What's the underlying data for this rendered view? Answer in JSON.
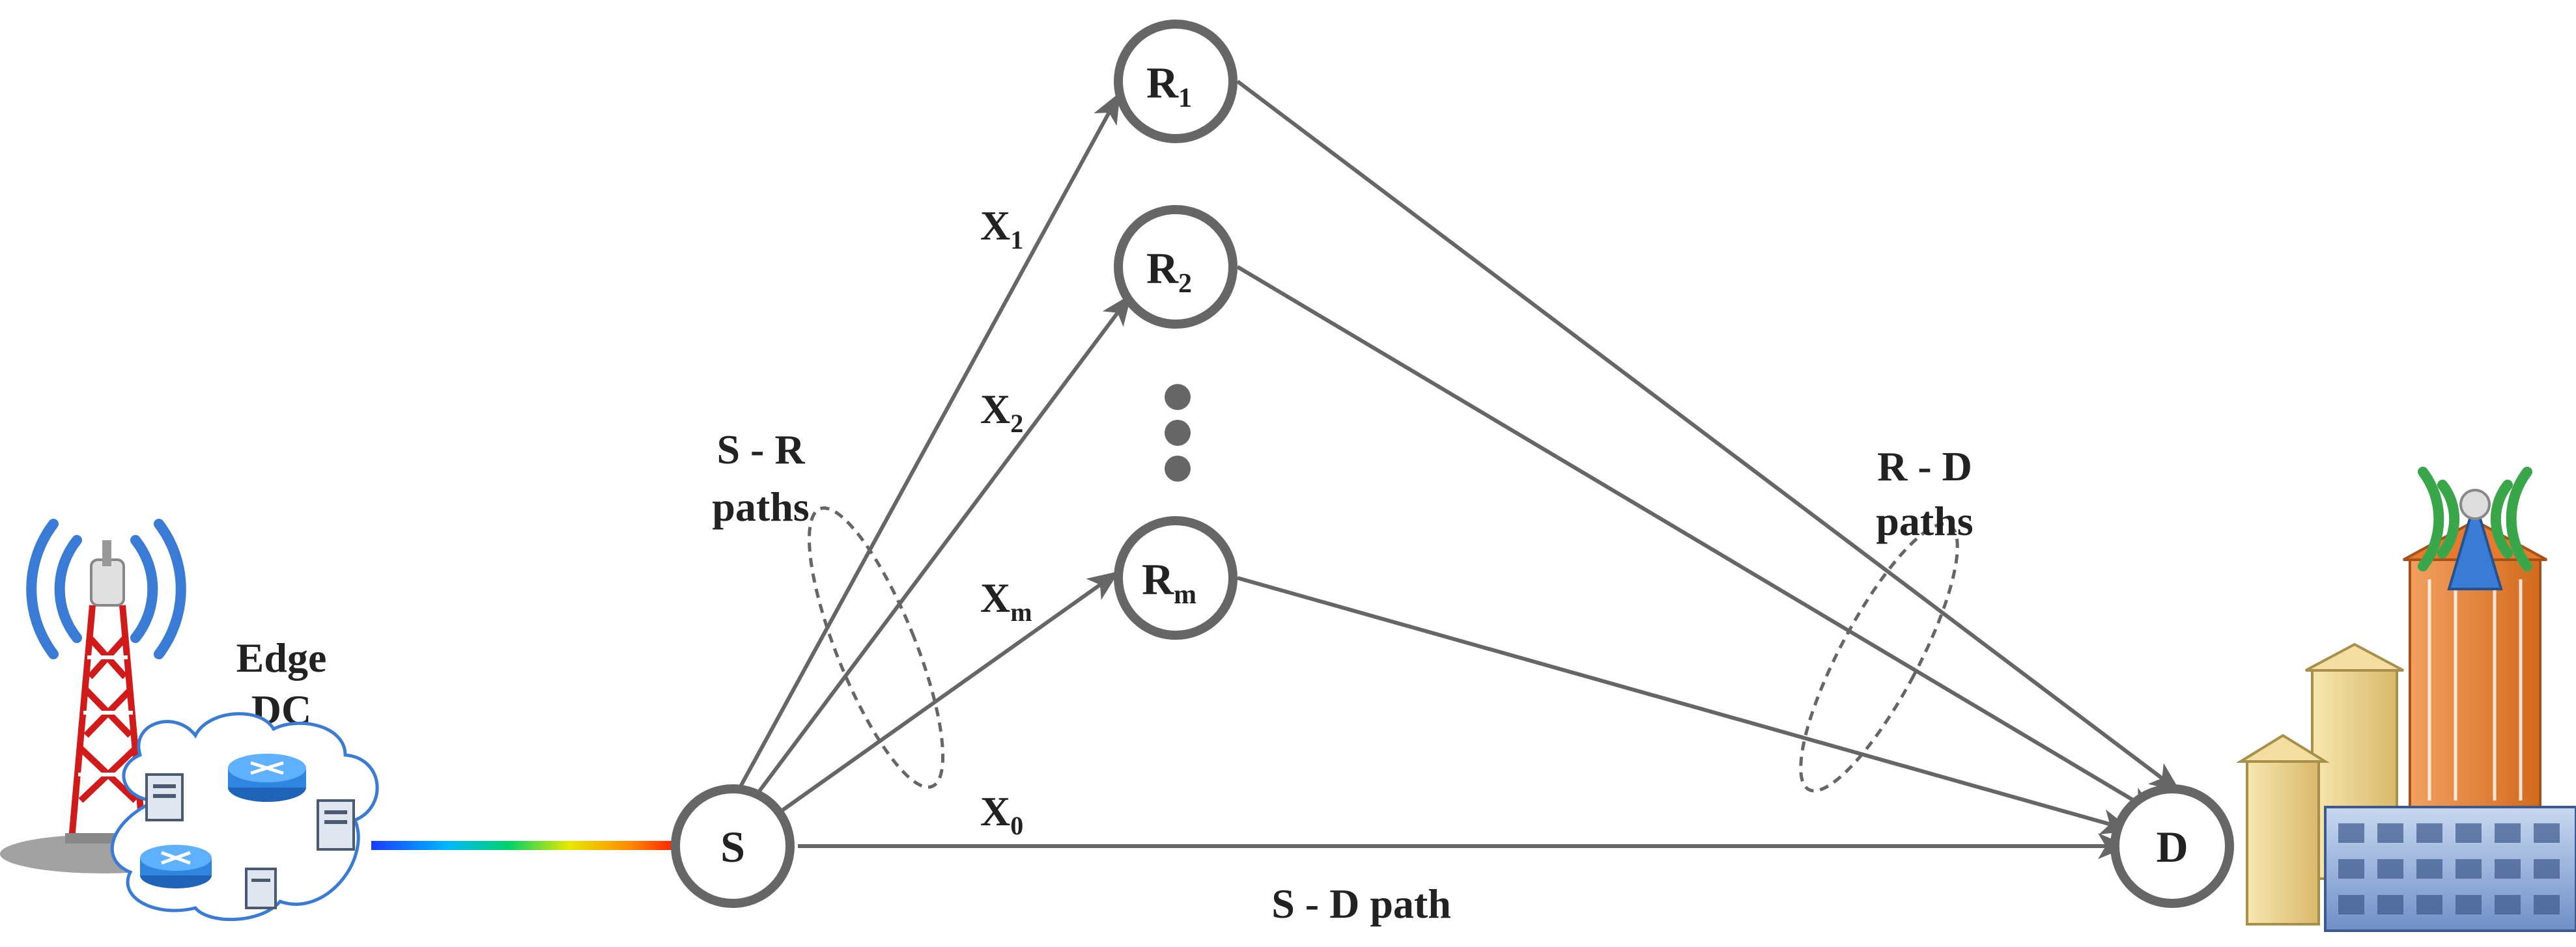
{
  "source": {
    "label": "S"
  },
  "destination": {
    "label": "D"
  },
  "relays": [
    {
      "main": "R",
      "sub": "1"
    },
    {
      "main": "R",
      "sub": "2"
    },
    {
      "main": "R",
      "sub": "m"
    }
  ],
  "links": [
    {
      "main": "X",
      "sub": "1"
    },
    {
      "main": "X",
      "sub": "2"
    },
    {
      "main": "X",
      "sub": "m"
    },
    {
      "main": "X",
      "sub": "0"
    }
  ],
  "groups": {
    "sr": {
      "line1": "S - R",
      "line2": "paths"
    },
    "rd": {
      "line1": "R - D",
      "line2": "paths"
    },
    "sd": {
      "label": "S - D path"
    }
  },
  "edge_dc": {
    "line1": "Edge",
    "line2": "DC"
  },
  "colors": {
    "line": "#666666",
    "node_stroke": "#666666",
    "text": "#222222"
  },
  "icons": [
    "cell-tower-icon",
    "cloud-network-icon",
    "city-buildings-icon",
    "antenna-icon"
  ]
}
